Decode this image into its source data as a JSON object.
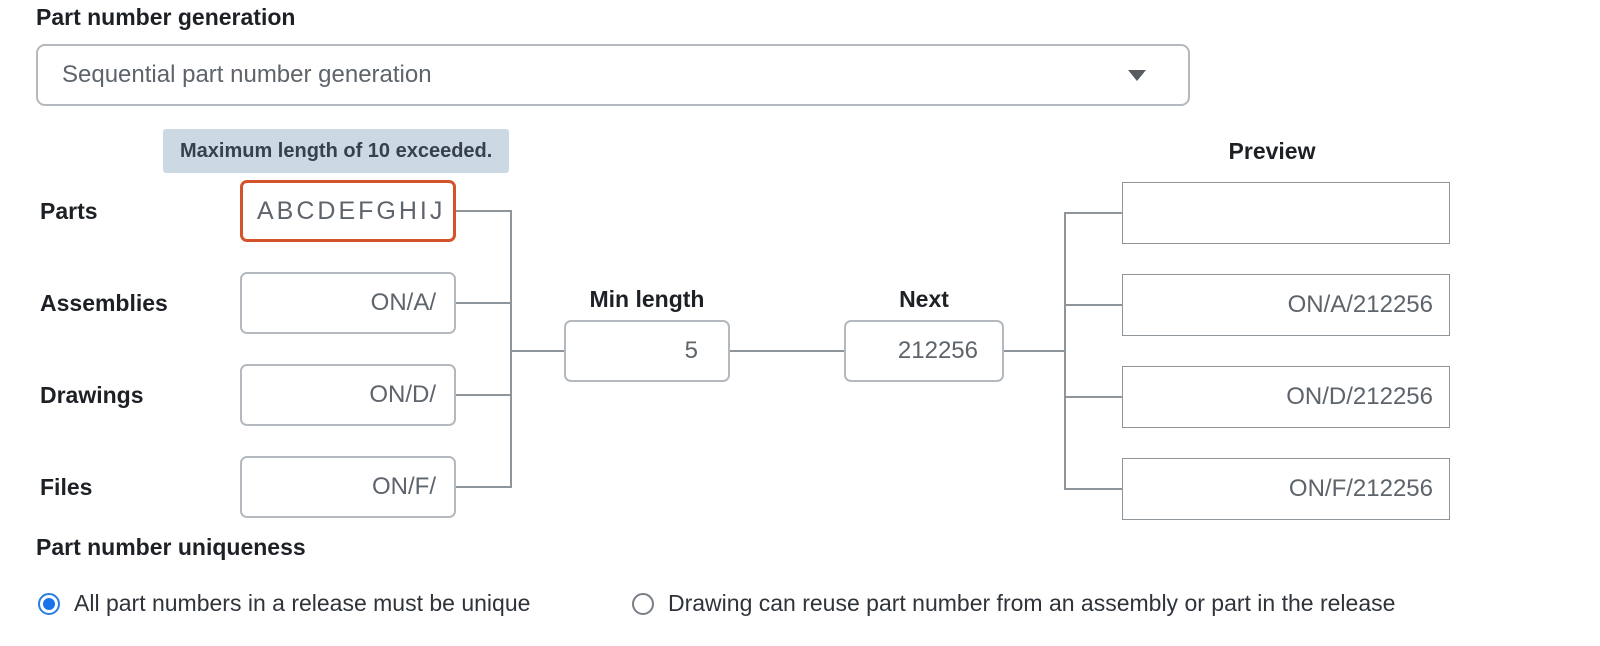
{
  "header": {
    "title": "Part number generation"
  },
  "generation_dropdown": {
    "value": "Sequential part number generation"
  },
  "tooltip": {
    "message": "Maximum length of 10 exceeded."
  },
  "prefix_rows": [
    {
      "label": "Parts",
      "value": "ABCDEFGHIJ",
      "error": true,
      "preview": ""
    },
    {
      "label": "Assemblies",
      "value": "ON/A/",
      "error": false,
      "preview": "ON/A/212256"
    },
    {
      "label": "Drawings",
      "value": "ON/D/",
      "error": false,
      "preview": "ON/D/212256"
    },
    {
      "label": "Files",
      "value": "ON/F/",
      "error": false,
      "preview": "ON/F/212256"
    }
  ],
  "min_length": {
    "label": "Min length",
    "value": "5"
  },
  "next": {
    "label": "Next",
    "value": "212256"
  },
  "preview": {
    "label": "Preview"
  },
  "uniqueness": {
    "title": "Part number uniqueness",
    "options": [
      {
        "label": "All part numbers in a release must be unique",
        "selected": true
      },
      {
        "label": "Drawing can reuse part number from an assembly or part in the release",
        "selected": false
      }
    ]
  },
  "colors": {
    "error_border": "#d4532a",
    "radio_selected": "#1a73e8",
    "tooltip_bg": "#cdd9e2",
    "connector": "#8e969c"
  }
}
